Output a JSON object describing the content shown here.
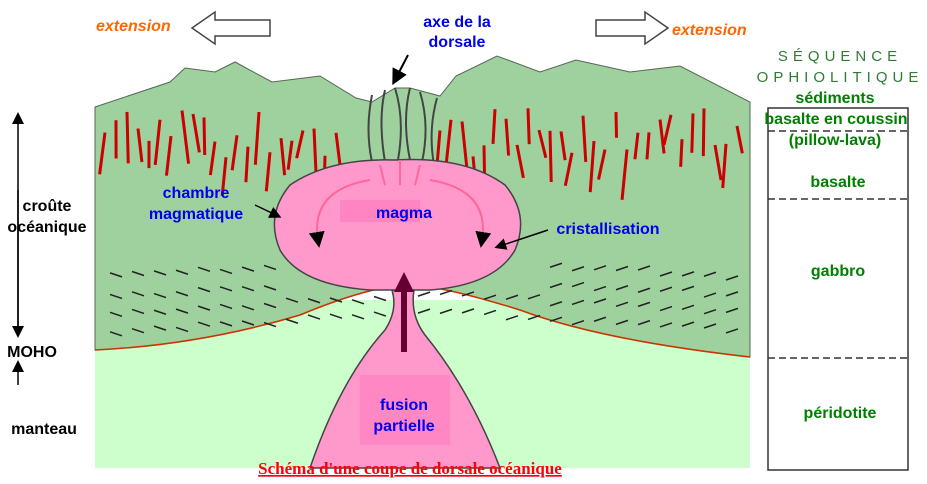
{
  "title": "Schéma d'une coupe de dorsale océanique",
  "labels": {
    "extension_left": "extension",
    "extension_right": "extension",
    "axis_line1": "axe de la",
    "axis_line2": "dorsale",
    "chamber_line1": "chambre",
    "chamber_line2": "magmatique",
    "magma": "magma",
    "crystallisation": "cristallisation",
    "fusion_line1": "fusion",
    "fusion_line2": "partielle",
    "crust_line1": "croûte",
    "crust_line2": "océanique",
    "moho": "MOHO",
    "mantle": "manteau"
  },
  "sequence": {
    "heading_line1": "SÉQUENCE",
    "heading_line2": "OPHIOLITIQUE",
    "layers": [
      "sédiments",
      "basalte en coussin",
      "(pillow-lava)",
      "basalte",
      "gabbro",
      "péridotite"
    ]
  },
  "colors": {
    "crust": "#9fd19f",
    "mantle": "#ccffcc",
    "magma": "#ff99cc",
    "dikes": "#cc0000",
    "moho_line": "#cc3300"
  }
}
